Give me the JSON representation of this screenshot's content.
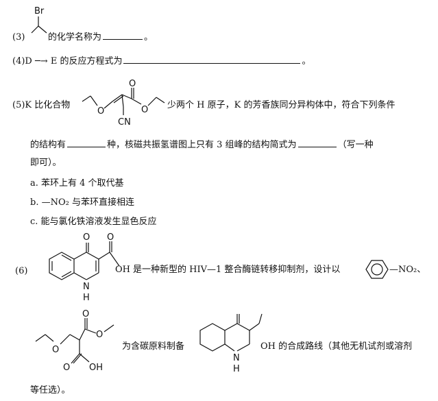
{
  "q3": {
    "num": "(3)",
    "text": "的化学名称为",
    "end": "。",
    "br_label": "Br"
  },
  "q4": {
    "text": "(4)D ─→ E 的反应方程式为",
    "end": "。"
  },
  "q5": {
    "intro": "(5)K 比化合物",
    "after_struct": "少两个 H 原子，K 的芳香族同分异构体中，符合下列条件",
    "line2_a": "的结构有",
    "line2_b": "种，核磁共振氢谱图上只有 3 组峰的结构简式为",
    "line2_c": "（写一种",
    "line3": "即可）。",
    "cond_a": "a. 苯环上有 4 个取代基",
    "cond_b": "b. —NO₂ 与苯环直接相连",
    "cond_c": "c. 能与氯化铁溶液发生显色反应",
    "struct_labels": {
      "o1": "O",
      "o2": "O",
      "o3": "O",
      "cn": "CN"
    }
  },
  "q6": {
    "num": "(6)",
    "oh": "OH",
    "text": "是一种新型的 HIV—1 整合酶链转移抑制剂，设计以",
    "no2": "—NO₂、",
    "nh": "N",
    "h": "H",
    "o_top": "O",
    "line2_text": "为含碳原料制备",
    "line2_end": "OH 的合成路线（其他无机试剂或溶剂",
    "line3": "等任选）。",
    "malonate_labels": {
      "o1": "O",
      "o2": "O",
      "o3": "O",
      "oh": "OH"
    }
  }
}
